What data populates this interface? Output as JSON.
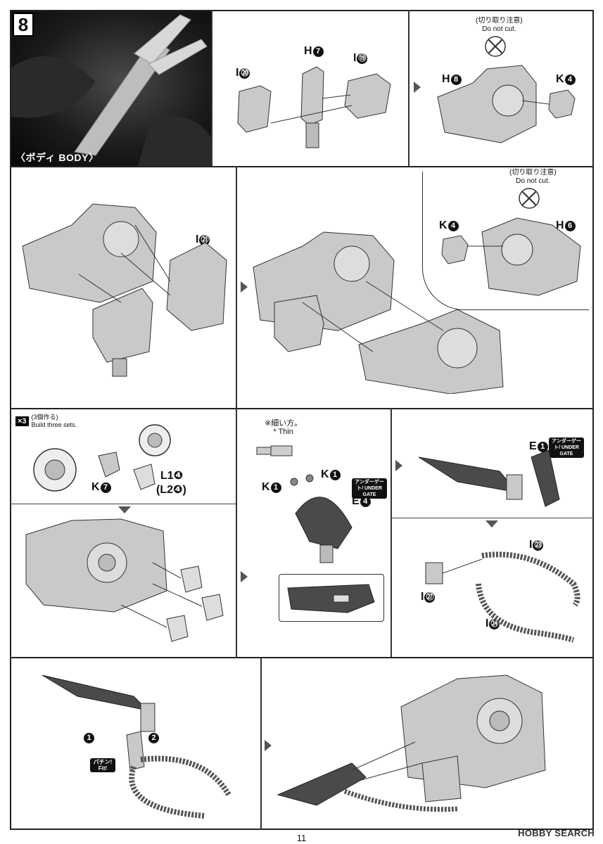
{
  "step": {
    "number": "8",
    "title": "〈ボディ BODY〉"
  },
  "labels": {
    "i20": {
      "letter": "I",
      "num": "⑳"
    },
    "h7": {
      "letter": "H",
      "num": "7"
    },
    "i19": {
      "letter": "I",
      "num": "⑲"
    },
    "h8": {
      "letter": "H",
      "num": "8"
    },
    "k4a": {
      "letter": "K",
      "num": "4"
    },
    "i21": {
      "letter": "I",
      "num": "㉑"
    },
    "k4b": {
      "letter": "K",
      "num": "4"
    },
    "h6": {
      "letter": "H",
      "num": "6"
    },
    "k7": {
      "letter": "K",
      "num": "7"
    },
    "l14": "L1❹",
    "l24": "(L2❹)",
    "k1a": {
      "letter": "K",
      "num": "1"
    },
    "k1b": {
      "letter": "K",
      "num": "1"
    },
    "e4": {
      "letter": "E",
      "num": "4"
    },
    "e1": {
      "letter": "E",
      "num": "1"
    },
    "i23": {
      "letter": "I",
      "num": "㉓"
    },
    "i27": {
      "letter": "I",
      "num": "㉗"
    },
    "i24": {
      "letter": "I",
      "num": "㉔"
    }
  },
  "notes": {
    "do_not_cut_1_jp": "(切り取り注意)",
    "do_not_cut_1_en": "Do not cut.",
    "do_not_cut_2_jp": "(切り取り注意)",
    "do_not_cut_2_en": "Do not cut.",
    "build3_jp": "(3個作る)",
    "build3_en": "Build three sets.",
    "x3": "×3",
    "thin_jp": "※細い方。",
    "thin_en": "* Thin",
    "under_gate_1": "アンダーゲート/ UNDER GATE",
    "under_gate_2": "アンダーゲート/ UNDER GATE",
    "fit": "パチン! Fit!",
    "step1": "1",
    "step2": "2"
  },
  "page_number": "11",
  "watermark": "HOBBY SEARCH",
  "colors": {
    "part_fill": "#c9c9c9",
    "part_stroke": "#333333",
    "dark_part": "#4a4a4a",
    "photo_bg": "#1c1c1c"
  }
}
